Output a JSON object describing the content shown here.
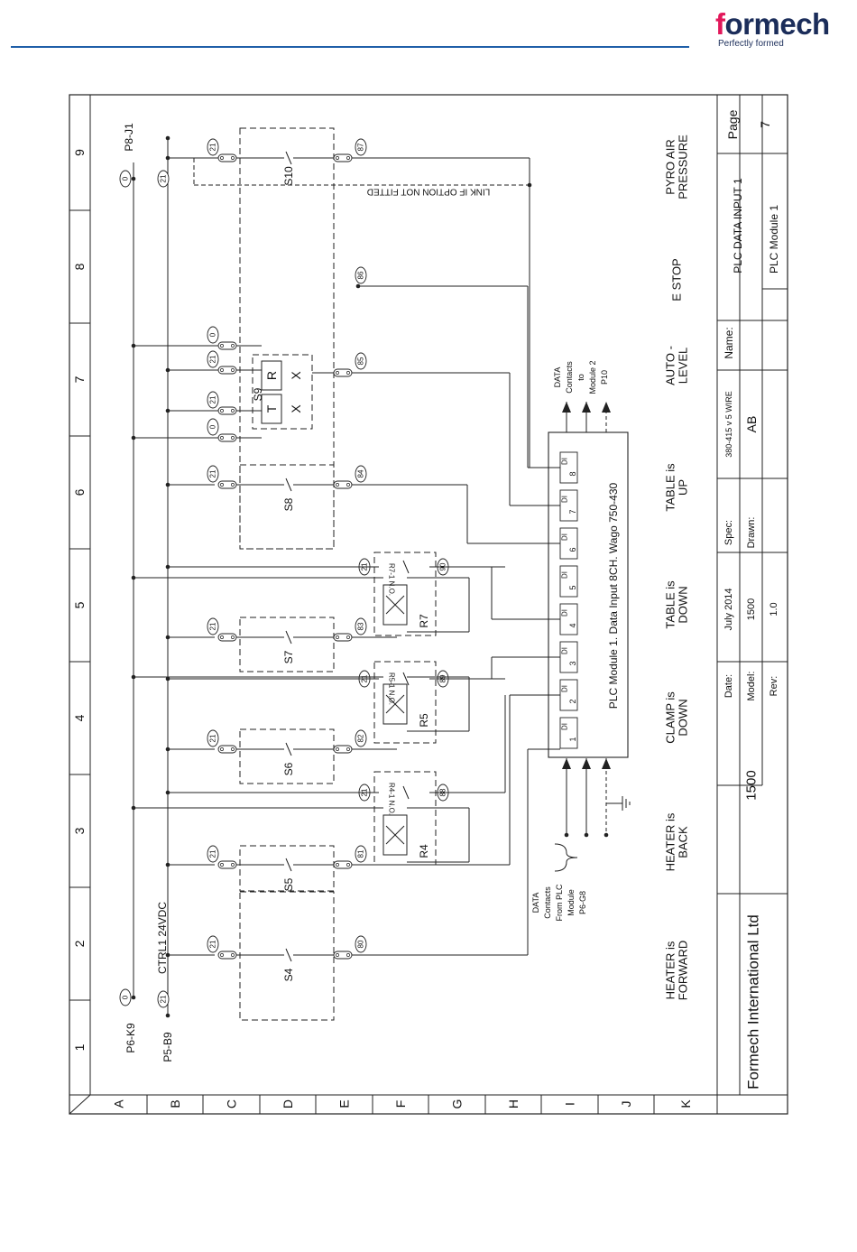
{
  "header": {
    "logo_text": "formech",
    "logo_tagline": "Perfectly formed",
    "colors": {
      "brand_pink": "#e2185b",
      "brand_navy": "#1b2d5a",
      "rule_blue": "#1f5fa8"
    }
  },
  "grid": {
    "columns": [
      "1",
      "2",
      "3",
      "4",
      "5",
      "6",
      "7",
      "8",
      "9"
    ],
    "rows": [
      "A",
      "B",
      "C",
      "D",
      "E",
      "F",
      "G",
      "H",
      "I",
      "J",
      "K"
    ]
  },
  "rails": {
    "top_left_a": "P6-K9",
    "top_left_b": "P5-B9",
    "top_right": "P8-J1",
    "supply": "CTRL1 24VDC",
    "wire_0": "0",
    "wire_21": "21"
  },
  "switches": [
    "S4",
    "S5",
    "S6",
    "S7",
    "S8",
    "S9",
    "S10"
  ],
  "relays": [
    "R4",
    "R5",
    "R7"
  ],
  "relay_contacts": [
    "R4-1 N.O.",
    "R5-1 N.O.",
    "R7-1 N.O."
  ],
  "wires": [
    "80",
    "81",
    "82",
    "83",
    "84",
    "85",
    "86",
    "87",
    "88",
    "89",
    "90"
  ],
  "s9_letters": {
    "t": "T",
    "r": "R",
    "x": "X"
  },
  "link_note": "LINK IF OPTION NOT FITTED",
  "module": {
    "label": "PLC Module 1.  Data Input 8CH.  Wago 750-430",
    "di_label": "DI",
    "channels": [
      "1",
      "2",
      "3",
      "4",
      "5",
      "6",
      "7",
      "8"
    ]
  },
  "data_in": [
    "DATA",
    "Contacts",
    "From PLC",
    "Module",
    "P6-G8"
  ],
  "data_out": [
    "DATA",
    "Contacts",
    "to",
    "Module 2",
    "P10"
  ],
  "functions": [
    [
      "HEATER is",
      "FORWARD"
    ],
    [
      "HEATER is",
      "BACK"
    ],
    [
      "CLAMP is",
      "DOWN"
    ],
    [
      "TABLE is",
      "DOWN"
    ],
    [
      "TABLE is",
      "UP"
    ],
    [
      "AUTO -",
      "LEVEL"
    ],
    [
      "E STOP"
    ],
    [
      "PYRO AIR",
      "PRESSURE"
    ]
  ],
  "title_block": {
    "company": "Formech International Ltd",
    "model_big": "1500",
    "date_label": "Date:",
    "date": "July 2014",
    "model_label": "Model:",
    "model": "1500",
    "rev_label": "Rev:",
    "rev": "1.0",
    "spec_label": "Spec:",
    "spec": "380-415 v 5 WIRE",
    "drawn_label": "Drawn:",
    "drawn": "AB",
    "name_label": "Name:",
    "name": "PLC DATA INPUT 1",
    "module_name": "PLC Module 1",
    "page_label": "Page",
    "page": "7"
  }
}
